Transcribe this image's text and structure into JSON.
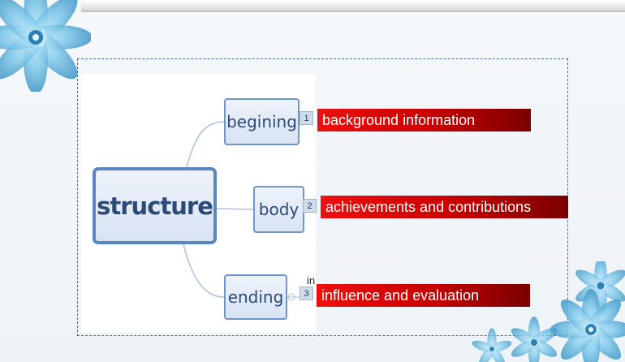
{
  "diagram": {
    "central_node": "structure",
    "branches": [
      {
        "node": "begining",
        "number": "1",
        "label": "background information"
      },
      {
        "node": "body",
        "number": "2",
        "label": "achievements and contributions"
      },
      {
        "node": "ending",
        "number": "3",
        "label": "influence and evaluation"
      }
    ],
    "stray_text": "in"
  },
  "colors": {
    "label_red": "#d10000",
    "node_border": "#6f95c9",
    "node_text": "#2b4a7a",
    "flower_blue": "#5fb3d9"
  },
  "decorations": [
    "flower-top-left",
    "flower-bottom-right"
  ]
}
